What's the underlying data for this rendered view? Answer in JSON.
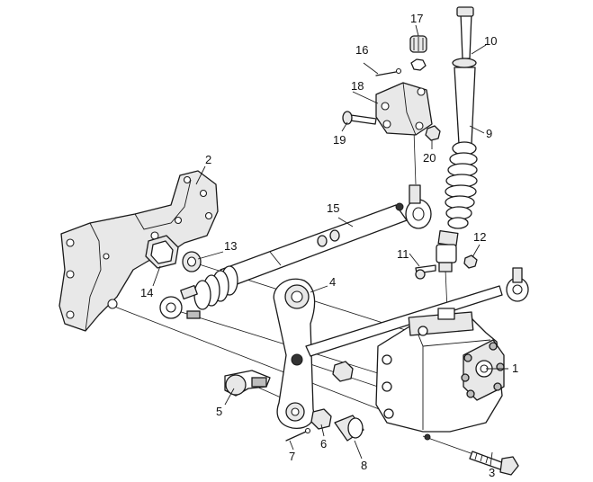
{
  "callouts": {
    "c1": "1",
    "c2": "2",
    "c3": "3",
    "c4": "4",
    "c5": "5",
    "c6": "6",
    "c7": "7",
    "c8": "8",
    "c9": "9",
    "c10": "10",
    "c11": "11",
    "c12": "12",
    "c13": "13",
    "c14": "14",
    "c15": "15",
    "c16": "16",
    "c17": "17",
    "c18": "18",
    "c19": "19",
    "c20": "20"
  },
  "colors": {
    "line": "#1a1a1a",
    "background": "#ffffff",
    "shade": "#e8e8e8"
  }
}
